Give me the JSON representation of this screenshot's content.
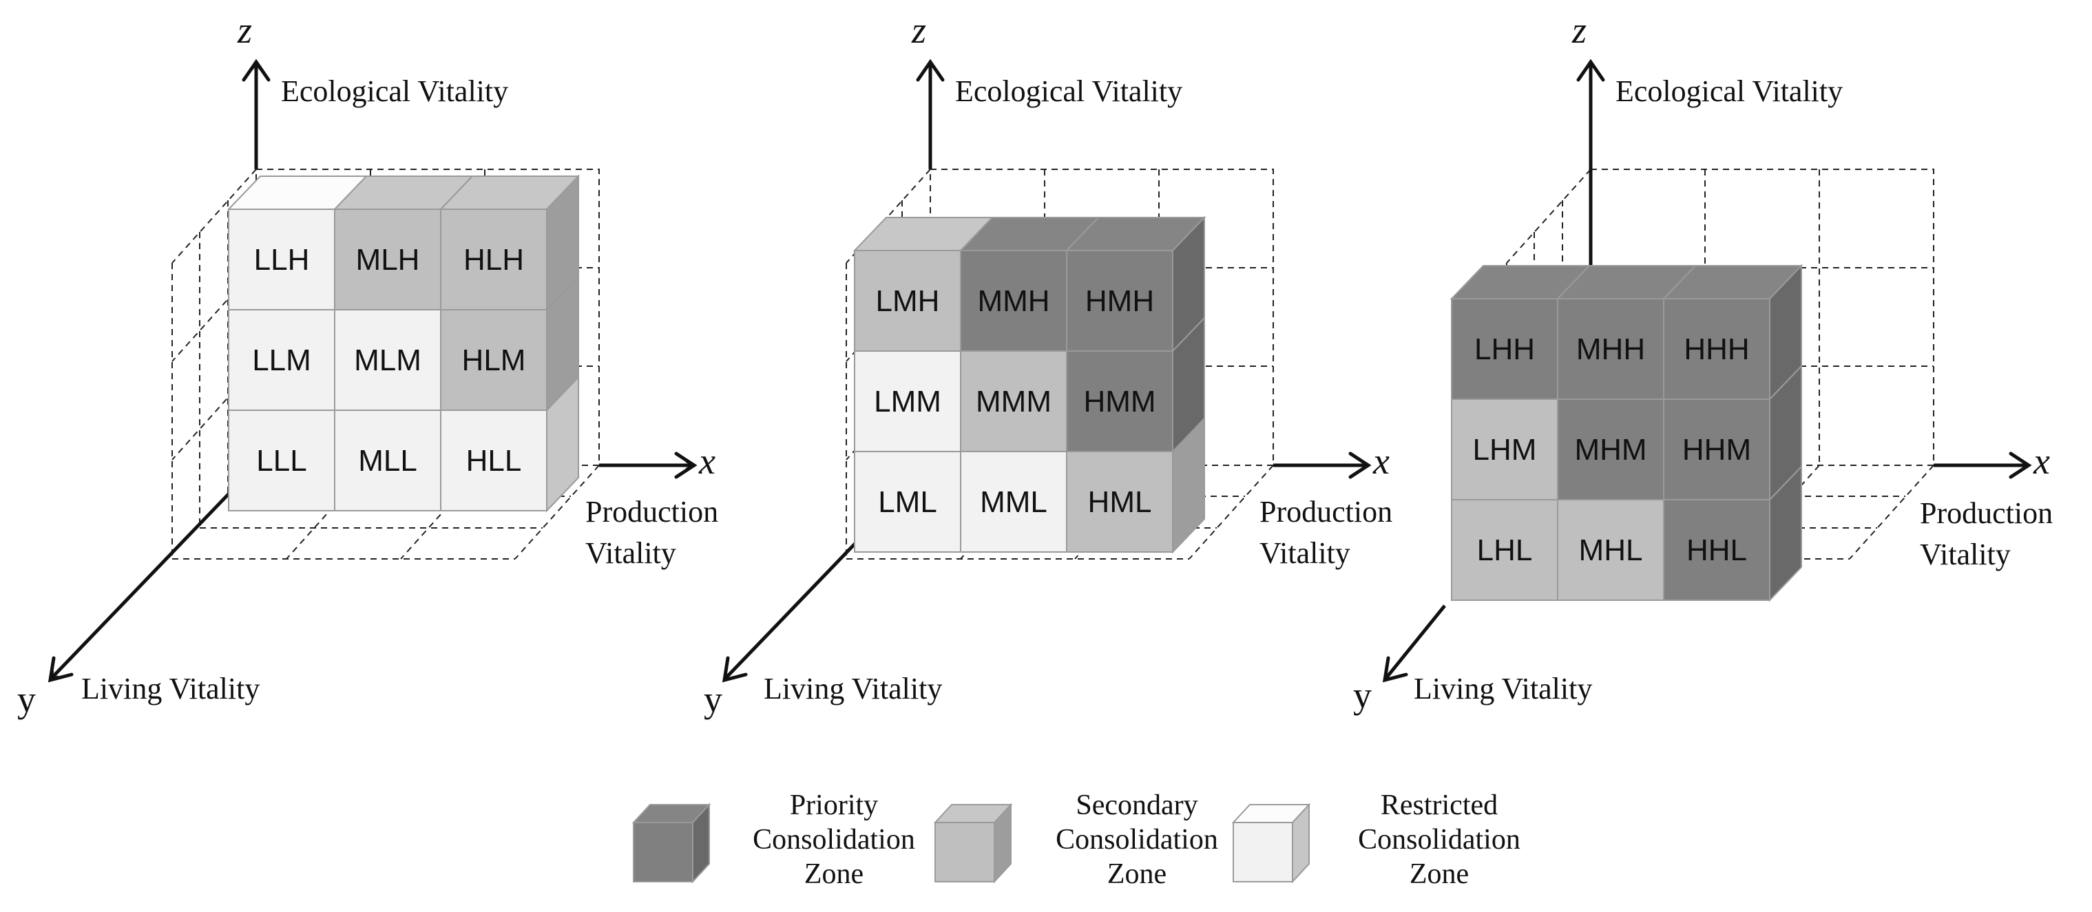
{
  "colors": {
    "priority": "#808080",
    "secondary": "#bfbfbf",
    "restricted": "#f2f2f2"
  },
  "axes": {
    "z_letter": "z",
    "z_label": "Ecological Vitality",
    "x_letter": "x",
    "x_label_line1": "Production",
    "x_label_line2": "Vitality",
    "y_letter": "y",
    "y_label": "Living Vitality"
  },
  "panels": [
    {
      "cells": [
        [
          "LLH",
          "MLH",
          "HLH"
        ],
        [
          "LLM",
          "MLM",
          "HLM"
        ],
        [
          "LLL",
          "MLL",
          "HLL"
        ]
      ],
      "zones": [
        [
          "restricted",
          "secondary",
          "secondary"
        ],
        [
          "restricted",
          "restricted",
          "secondary"
        ],
        [
          "restricted",
          "restricted",
          "restricted"
        ]
      ]
    },
    {
      "cells": [
        [
          "LMH",
          "MMH",
          "HMH"
        ],
        [
          "LMM",
          "MMM",
          "HMM"
        ],
        [
          "LML",
          "MML",
          "HML"
        ]
      ],
      "zones": [
        [
          "secondary",
          "priority",
          "priority"
        ],
        [
          "restricted",
          "secondary",
          "priority"
        ],
        [
          "restricted",
          "restricted",
          "secondary"
        ]
      ]
    },
    {
      "cells": [
        [
          "LHH",
          "MHH",
          "HHH"
        ],
        [
          "LHM",
          "MHM",
          "HHM"
        ],
        [
          "LHL",
          "MHL",
          "HHL"
        ]
      ],
      "zones": [
        [
          "priority",
          "priority",
          "priority"
        ],
        [
          "secondary",
          "priority",
          "priority"
        ],
        [
          "secondary",
          "secondary",
          "priority"
        ]
      ]
    }
  ],
  "legend": [
    {
      "zone": "priority",
      "line1": "Priority",
      "line2": "Consolidation",
      "line3": "Zone"
    },
    {
      "zone": "secondary",
      "line1": "Secondary",
      "line2": "Consolidation",
      "line3": "Zone"
    },
    {
      "zone": "restricted",
      "line1": "Restricted",
      "line2": "Consolidation",
      "line3": "Zone"
    }
  ]
}
